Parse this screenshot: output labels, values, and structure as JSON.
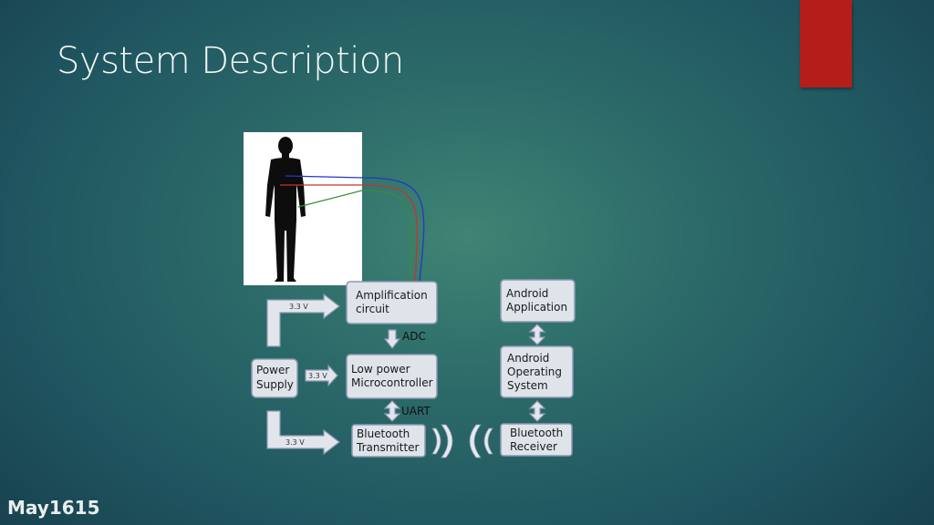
{
  "slide": {
    "title": "System Description",
    "footer": "May1615",
    "accent_color": "#b51d1b"
  },
  "diagram": {
    "amplification": [
      "Amplification",
      "circuit"
    ],
    "microcontroller": [
      "Low power",
      "Microcontroller"
    ],
    "bt_transmitter": [
      "Bluetooth",
      "Transmitter"
    ],
    "power_supply": [
      "Power",
      "Supply"
    ],
    "android_app": [
      "Android",
      "Application"
    ],
    "android_os": [
      "Android",
      "Operating",
      "System"
    ],
    "bt_receiver": [
      "Bluetooth",
      "Receiver"
    ],
    "adc_label": "ADC",
    "uart_label": "UART",
    "voltage_top": "3.3 V",
    "voltage_mid": "3.3 V",
    "voltage_bottom": "3.3 V",
    "human_figure": "human-silhouette-icon"
  }
}
